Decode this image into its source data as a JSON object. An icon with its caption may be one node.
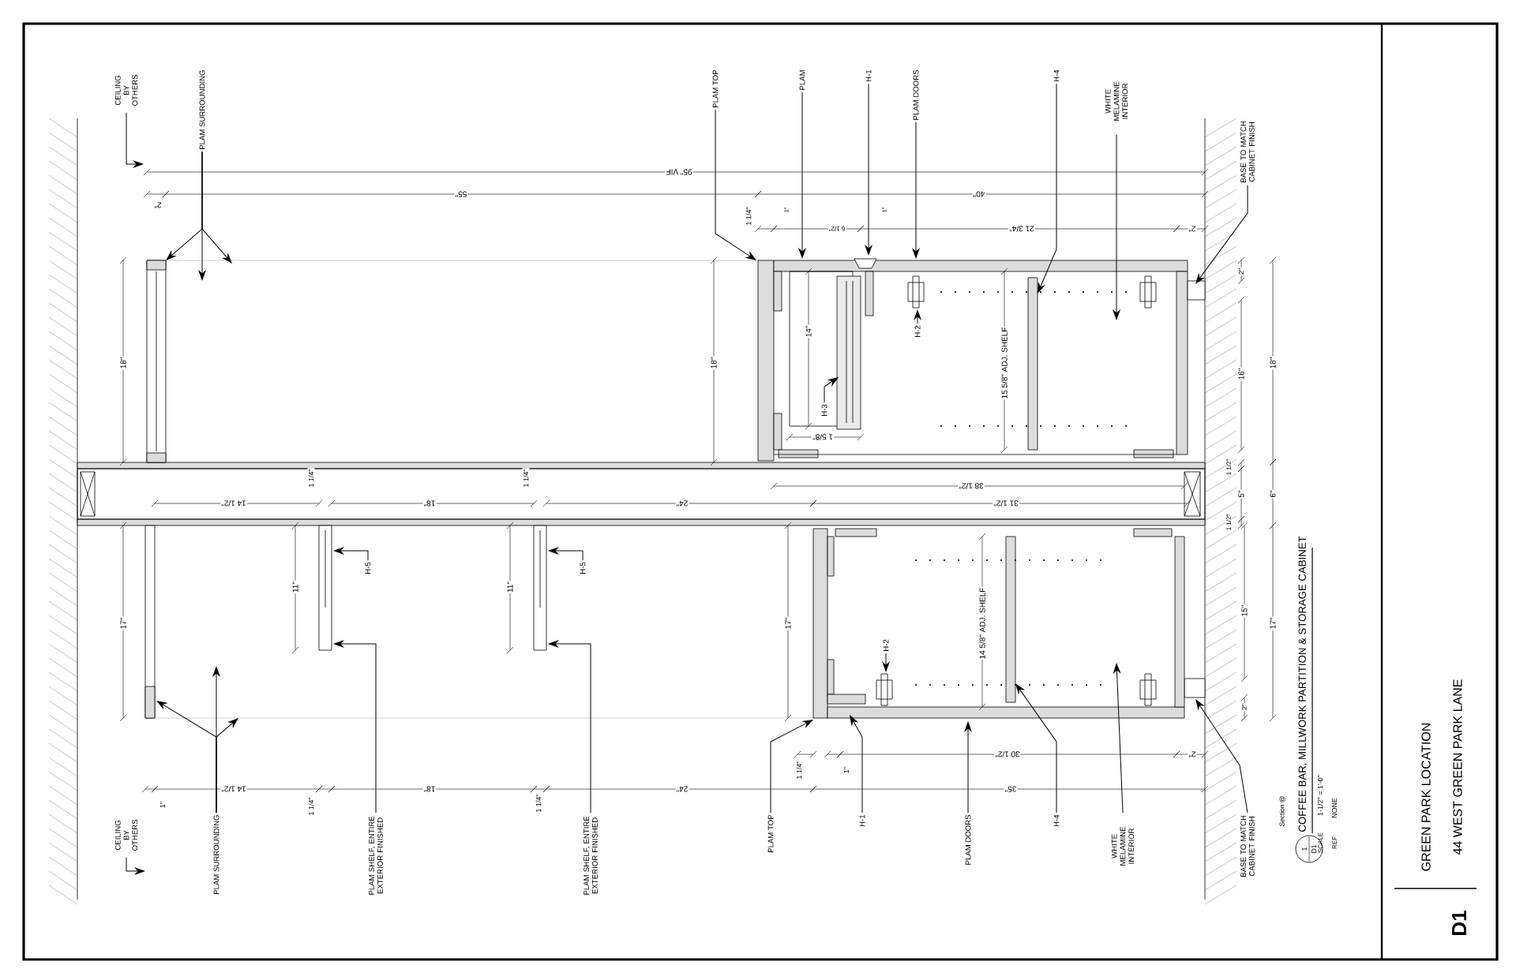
{
  "diagram": {
    "title": "COFFEE BAR, MILLWORK PARTITION & STORAGE CABINET",
    "nodes": [
      {
        "text": [
          "CEILING BY OTHERS"
        ]
      },
      {
        "text": [
          "PLAM SURROUNDING"
        ]
      },
      {
        "text": [
          "PLAM TOP"
        ]
      },
      {
        "text": [
          "PLAM"
        ]
      },
      {
        "text": [
          "H-1"
        ]
      },
      {
        "text": [
          "PLAM DOORS"
        ]
      },
      {
        "text": [
          "H-4"
        ]
      },
      {
        "text": [
          "WHITE MELAMINE INTERIOR"
        ]
      },
      {
        "text": [
          "BASE TO MATCH CABINET FINISH"
        ]
      },
      {
        "text": [
          "CEILING BY OTHERS"
        ]
      },
      {
        "text": [
          "PLAM SURROUNDING"
        ]
      },
      {
        "text": [
          "PLAM SHELF, ENTIRE EXTERIOR FINISHED"
        ]
      },
      {
        "text": [
          "PLAM SHELF, ENTIRE EXTERIOR FINISHED"
        ]
      },
      {
        "text": [
          "PLAM TOP"
        ]
      },
      {
        "text": [
          "H-1"
        ]
      },
      {
        "text": [
          "PLAM DOORS"
        ]
      },
      {
        "text": [
          "H-4"
        ]
      },
      {
        "text": [
          "WHITE MELAMINE INTERIOR"
        ]
      },
      {
        "text": [
          "BASE TO MATCH CABINET FINISH"
        ]
      },
      {
        "text": [
          "H-2"
        ]
      },
      {
        "text": [
          "H-3"
        ]
      },
      {
        "text": [
          "H-5"
        ]
      },
      {
        "text": [
          "H-5"
        ]
      },
      {
        "text": [
          "H-2"
        ]
      },
      {
        "text": [
          "1",
          "D1"
        ]
      }
    ],
    "edges": [
      {
        "from": 0,
        "to": null,
        "arrow": "to"
      },
      {
        "from": 1,
        "to": null,
        "arrow": "to"
      },
      {
        "from": 1,
        "to": null,
        "arrow": "to"
      },
      {
        "from": 1,
        "to": null,
        "arrow": "to"
      },
      {
        "from": 2,
        "to": null,
        "arrow": "to"
      },
      {
        "from": 3,
        "to": null,
        "arrow": "to"
      },
      {
        "from": 4,
        "to": null,
        "arrow": "to"
      },
      {
        "from": 5,
        "to": null,
        "arrow": "to"
      },
      {
        "from": 6,
        "to": null,
        "arrow": "to"
      },
      {
        "from": 7,
        "to": null,
        "arrow": "to"
      },
      {
        "from": 8,
        "to": null,
        "arrow": "to"
      },
      {
        "from": 9,
        "to": null,
        "arrow": "to"
      },
      {
        "from": 10,
        "to": null,
        "arrow": "to"
      },
      {
        "from": 10,
        "to": null,
        "arrow": "to"
      },
      {
        "from": 10,
        "to": null,
        "arrow": "to"
      },
      {
        "from": 11,
        "to": null,
        "arrow": "to"
      },
      {
        "from": 12,
        "to": null,
        "arrow": "to"
      },
      {
        "from": 13,
        "to": null,
        "arrow": "to"
      },
      {
        "from": 14,
        "to": null,
        "arrow": "to"
      },
      {
        "from": 15,
        "to": null,
        "arrow": "to"
      },
      {
        "from": 16,
        "to": null,
        "arrow": "to"
      },
      {
        "from": 17,
        "to": null,
        "arrow": "to"
      },
      {
        "from": 18,
        "to": null,
        "arrow": "to"
      },
      {
        "from": 19,
        "to": null,
        "arrow": "to"
      },
      {
        "from": 20,
        "to": null,
        "arrow": "to"
      },
      {
        "from": 21,
        "to": null,
        "arrow": "to"
      },
      {
        "from": 22,
        "to": null,
        "arrow": "to"
      },
      {
        "from": 23,
        "to": null,
        "arrow": "to"
      }
    ],
    "labels": [
      "95\" VIF",
      "2\"",
      "55\"",
      "40\"",
      "1 1/4\"",
      "1\"",
      "6 1/2\"",
      "1\"",
      "21 3/4\"",
      "2\"",
      "18\"",
      "18\"",
      "14\"",
      "1 5/8\"",
      "15 5/8\" ADJ. SHELF",
      "2\"",
      "16\"",
      "18\"",
      "1 1/2\"",
      "5\"",
      "1 1/2\"",
      "6\"",
      "38 1/2\"",
      "1 1/4\"",
      "1 1/4\"",
      "14 1/2\"",
      "18\"",
      "24\"",
      "31 1/2\"",
      "17\"",
      "11\"",
      "11\"",
      "17\"",
      "14 5/8\" ADJ. SHELF",
      "15\"",
      "17\"",
      "2\"",
      "1 1/4\"",
      "1\"",
      "30 1/2\"",
      "2\"",
      "1\"",
      "14 1/2\"",
      "1 1/4\"",
      "18\"",
      "1 1/4\"",
      "24\"",
      "35\"",
      "Section @",
      "SCALE",
      "1-1/2\" = 1'-0\"",
      "REF",
      "NONE",
      "GREEN PARK LOCATION",
      "44 WEST GREEN PARK LANE",
      "D1"
    ]
  }
}
